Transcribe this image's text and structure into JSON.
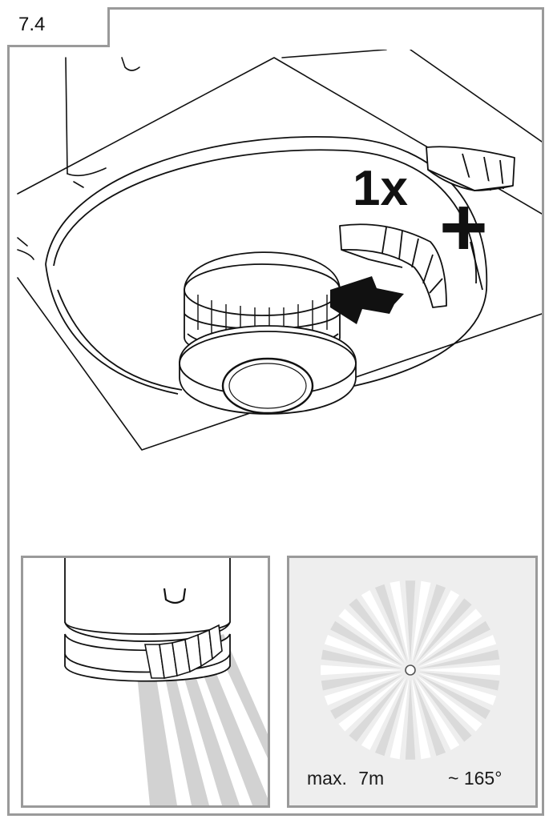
{
  "step": {
    "number": "7.4"
  },
  "main_figure": {
    "count_label": "1x",
    "plus_label": "+"
  },
  "detection": {
    "range_prefix": "max.",
    "range_value": "7",
    "range_unit": "m",
    "angle": "~ 165°"
  },
  "colors": {
    "frame": "#9a9a9a",
    "line": "#111111",
    "inset_right_bg": "#eeeeee",
    "beam": "#d2d2d2"
  }
}
